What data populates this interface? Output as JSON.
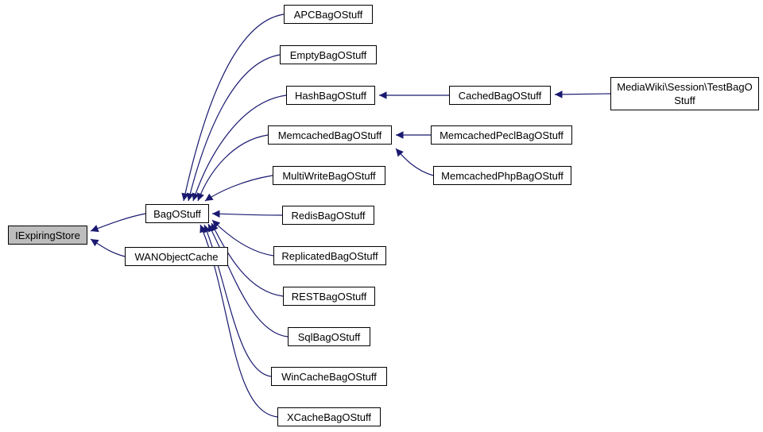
{
  "diagram": {
    "type": "inheritance-graph",
    "highlight_node": "IExpiringStore",
    "nodes": [
      {
        "id": "iexpiringstore",
        "label": "IExpiringStore",
        "highlighted": true
      },
      {
        "id": "bagostuff",
        "label": "BagOStuff",
        "highlighted": false
      },
      {
        "id": "wanobjectcache",
        "label": "WANObjectCache",
        "highlighted": false
      },
      {
        "id": "apcbagostuff",
        "label": "APCBagOStuff",
        "highlighted": false
      },
      {
        "id": "emptybagostuff",
        "label": "EmptyBagOStuff",
        "highlighted": false
      },
      {
        "id": "hashbagostuff",
        "label": "HashBagOStuff",
        "highlighted": false
      },
      {
        "id": "memcachedbagostuff",
        "label": "MemcachedBagOStuff",
        "highlighted": false
      },
      {
        "id": "multiwritebagostuff",
        "label": "MultiWriteBagOStuff",
        "highlighted": false
      },
      {
        "id": "redisbagostuff",
        "label": "RedisBagOStuff",
        "highlighted": false
      },
      {
        "id": "replicatedbagostuff",
        "label": "ReplicatedBagOStuff",
        "highlighted": false
      },
      {
        "id": "restbagostuff",
        "label": "RESTBagOStuff",
        "highlighted": false
      },
      {
        "id": "sqlbagostuff",
        "label": "SqlBagOStuff",
        "highlighted": false
      },
      {
        "id": "wincachebagostuff",
        "label": "WinCacheBagOStuff",
        "highlighted": false
      },
      {
        "id": "xcachebagostuff",
        "label": "XCacheBagOStuff",
        "highlighted": false
      },
      {
        "id": "cachedbagostuff",
        "label": "CachedBagOStuff",
        "highlighted": false
      },
      {
        "id": "testbagostuff",
        "label": "MediaWiki\\Session\\TestBagOStuff",
        "highlighted": false
      },
      {
        "id": "memcachedpeclbagostuff",
        "label": "MemcachedPeclBagOStuff",
        "highlighted": false
      },
      {
        "id": "memcachedphpbagostuff",
        "label": "MemcachedPhpBagOStuff",
        "highlighted": false
      }
    ],
    "edges": [
      {
        "from": "BagOStuff",
        "to": "IExpiringStore",
        "type": "inheritance"
      },
      {
        "from": "WANObjectCache",
        "to": "IExpiringStore",
        "type": "inheritance"
      },
      {
        "from": "APCBagOStuff",
        "to": "BagOStuff",
        "type": "inheritance"
      },
      {
        "from": "EmptyBagOStuff",
        "to": "BagOStuff",
        "type": "inheritance"
      },
      {
        "from": "HashBagOStuff",
        "to": "BagOStuff",
        "type": "inheritance"
      },
      {
        "from": "MemcachedBagOStuff",
        "to": "BagOStuff",
        "type": "inheritance"
      },
      {
        "from": "MultiWriteBagOStuff",
        "to": "BagOStuff",
        "type": "inheritance"
      },
      {
        "from": "RedisBagOStuff",
        "to": "BagOStuff",
        "type": "inheritance"
      },
      {
        "from": "ReplicatedBagOStuff",
        "to": "BagOStuff",
        "type": "inheritance"
      },
      {
        "from": "RESTBagOStuff",
        "to": "BagOStuff",
        "type": "inheritance"
      },
      {
        "from": "SqlBagOStuff",
        "to": "BagOStuff",
        "type": "inheritance"
      },
      {
        "from": "WinCacheBagOStuff",
        "to": "BagOStuff",
        "type": "inheritance"
      },
      {
        "from": "XCacheBagOStuff",
        "to": "BagOStuff",
        "type": "inheritance"
      },
      {
        "from": "CachedBagOStuff",
        "to": "HashBagOStuff",
        "type": "inheritance"
      },
      {
        "from": "MediaWiki\\Session\\TestBagOStuff",
        "to": "CachedBagOStuff",
        "type": "inheritance"
      },
      {
        "from": "MemcachedPeclBagOStuff",
        "to": "MemcachedBagOStuff",
        "type": "inheritance"
      },
      {
        "from": "MemcachedPhpBagOStuff",
        "to": "MemcachedBagOStuff",
        "type": "inheritance"
      }
    ],
    "colors": {
      "arrow": "#191970",
      "node_border": "#000000",
      "node_fill": "#ffffff",
      "highlight_fill": "#bdbdbd",
      "background": "#ffffff"
    }
  }
}
